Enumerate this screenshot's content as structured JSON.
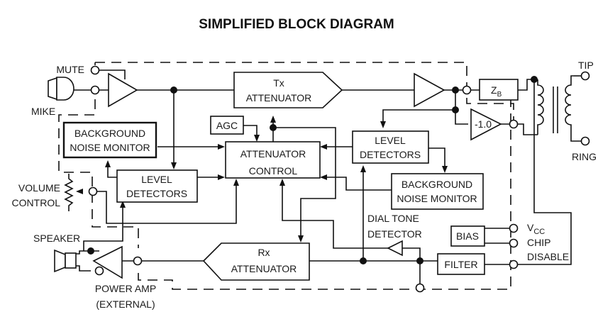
{
  "title": "SIMPLIFIED BLOCK DIAGRAM",
  "blocks": {
    "tx_attenuator": {
      "line1": "Tx",
      "line2": "ATTENUATOR"
    },
    "rx_attenuator": {
      "line1": "Rx",
      "line2": "ATTENUATOR"
    },
    "attenuator_control": {
      "line1": "ATTENUATOR",
      "line2": "CONTROL"
    },
    "agc": "AGC",
    "bg_noise_monitor_tx": {
      "line1": "BACKGROUND",
      "line2": "NOISE MONITOR"
    },
    "bg_noise_monitor_rx": {
      "line1": "BACKGROUND",
      "line2": "NOISE MONITOR"
    },
    "level_detectors_left": {
      "line1": "LEVEL",
      "line2": "DETECTORS"
    },
    "level_detectors_right": {
      "line1": "LEVEL",
      "line2": "DETECTORS"
    },
    "zb": {
      "main": "Z",
      "sub": "B"
    },
    "inverter": "-1.0",
    "bias": "BIAS",
    "filter": "FILTER"
  },
  "labels": {
    "mute": "MUTE",
    "mike": "MIKE",
    "volume": "VOLUME",
    "control": "CONTROL",
    "speaker": "SPEAKER",
    "power_amp": "POWER AMP",
    "external": "(EXTERNAL)",
    "dial_tone": "DIAL TONE",
    "detector": "DETECTOR",
    "tip": "TIP",
    "ring": "RING",
    "vcc_main": "V",
    "vcc_sub": "CC",
    "chip": "CHIP",
    "disable": "DISABLE"
  }
}
